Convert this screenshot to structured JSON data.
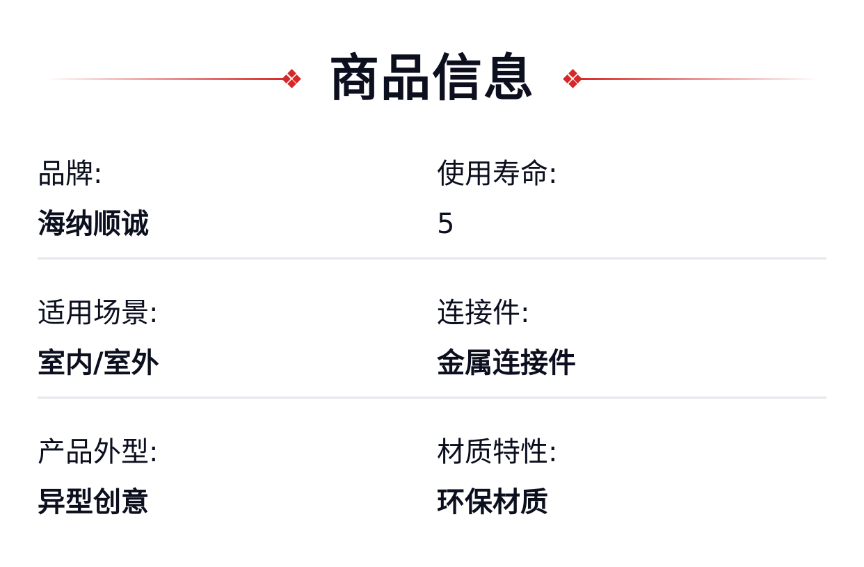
{
  "header": {
    "title": "商品信息",
    "accent_color": "#d62828"
  },
  "specs": [
    {
      "items": [
        {
          "label": "品牌:",
          "value": "海纳顺诚"
        },
        {
          "label": "使用寿命:",
          "value": "5"
        }
      ]
    },
    {
      "items": [
        {
          "label": "适用场景:",
          "value": "室内/室外"
        },
        {
          "label": "连接件:",
          "value": "金属连接件"
        }
      ]
    },
    {
      "items": [
        {
          "label": "产品外型:",
          "value": "异型创意"
        },
        {
          "label": "材质特性:",
          "value": "环保材质"
        }
      ]
    }
  ],
  "colors": {
    "text": "#0b0f1e",
    "divider": "#e6e7ec",
    "background": "#ffffff"
  }
}
